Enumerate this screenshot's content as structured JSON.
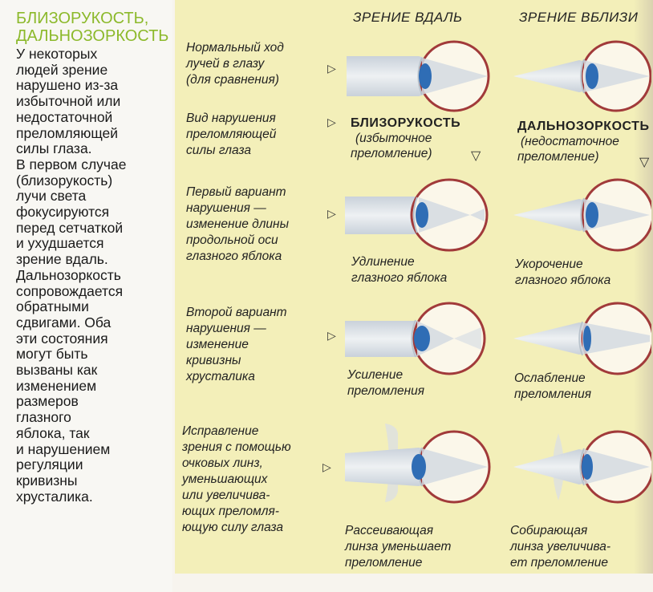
{
  "heading": [
    "БЛИЗОРУКОСТЬ,",
    "ДАЛЬНОЗОРКОСТЬ"
  ],
  "body_paragraphs": [
    [
      "У некоторых",
      "людей зрение",
      "нарушено из-за",
      "избыточной или",
      "недостаточной",
      "преломляющей",
      "силы глаза."
    ],
    [
      "В первом случае",
      "(близорукость)",
      "лучи света",
      "фокусируются",
      "перед сетчаткой",
      "и ухудшается",
      "зрение вдаль."
    ],
    [
      "Дальнозоркость",
      "сопровождается",
      "обратными",
      "сдвигами. Оба",
      "эти состояния",
      "могут быть",
      "вызваны как",
      "изменением",
      "размеров",
      "глазного",
      "яблока, так",
      "и нарушением",
      "регуляции",
      "кривизны",
      "хрусталика."
    ]
  ],
  "columns": {
    "far": "ЗРЕНИЕ ВДАЛЬ",
    "near": "ЗРЕНИЕ ВБЛИЗИ"
  },
  "rows": [
    {
      "desc": [
        "Нормальный ход",
        "лучей в глазу",
        "(для сравнения)"
      ]
    },
    {
      "desc": [
        "Вид нарушения",
        "преломляющей",
        "силы глаза"
      ]
    },
    {
      "desc": [
        "Первый вариант",
        "нарушения —",
        "изменение длины",
        "продольной оси",
        "глазного яблока"
      ]
    },
    {
      "desc": [
        "Второй вариант",
        "нарушения —",
        "изменение",
        "кривизны",
        "хрусталика"
      ]
    },
    {
      "desc": [
        "Исправление",
        "зрения с помощью",
        "очковых линз,",
        "уменьшающих",
        "или увеличива-",
        "ющих преломля-",
        "ющую силу глаза"
      ]
    }
  ],
  "types": {
    "myopia": {
      "title": "БЛИЗОРУКОСТЬ",
      "sub": [
        "(избыточное",
        "преломление)"
      ]
    },
    "hyperopia": {
      "title": "ДАЛЬНОЗОРКОСТЬ",
      "sub": [
        "(недостаточное",
        "преломление)"
      ]
    }
  },
  "captions": {
    "elongation": [
      "Удлинение",
      "глазного яблока"
    ],
    "shortening": [
      "Укорочение",
      "глазного яблока"
    ],
    "increase": [
      "Усиление",
      "преломления"
    ],
    "weakening": [
      "Ослабление",
      "преломления"
    ],
    "diverging": [
      "Рассеивающая",
      "линза уменьшает",
      "преломление"
    ],
    "converging": [
      "Собирающая",
      "линза увеличива-",
      "ет преломление"
    ]
  },
  "triangle": "▷",
  "triangle_down": "▽",
  "colors": {
    "panel": "#f3efb9",
    "heading": "#8cb92b",
    "eye_outline": "#a13a3a",
    "lens": "#2f6db5",
    "beam": "#cfd7df"
  }
}
